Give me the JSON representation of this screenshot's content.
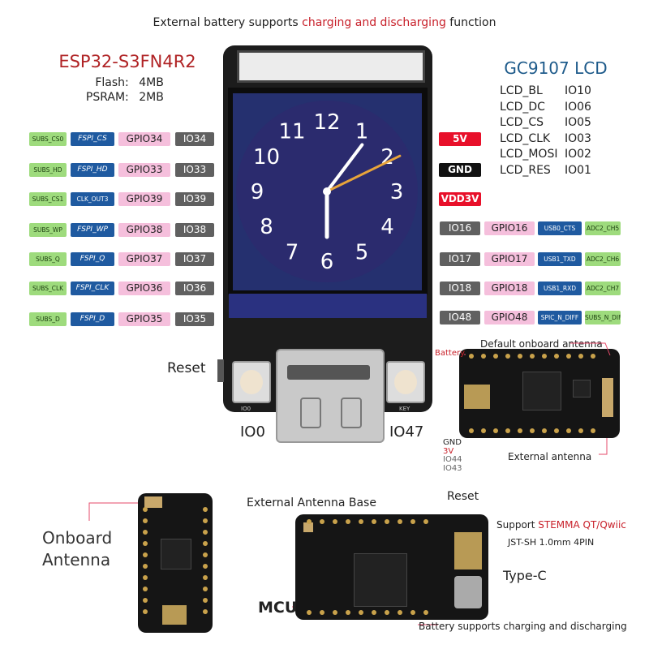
{
  "header": {
    "title_pre": "External battery supports ",
    "title_hl": "charging and discharging",
    "title_post": " function"
  },
  "chip": {
    "name": "ESP32-S3FN4R2",
    "flash_label": "Flash:",
    "flash_value": "4MB",
    "psram_label": "PSRAM:",
    "psram_value": "2MB"
  },
  "lcd": {
    "name": "GC9107 LCD",
    "pins": [
      {
        "signal": "LCD_BL",
        "io": "IO10"
      },
      {
        "signal": "LCD_DC",
        "io": "IO06"
      },
      {
        "signal": "LCD_CS",
        "io": "IO05"
      },
      {
        "signal": "LCD_CLK",
        "io": "IO03"
      },
      {
        "signal": "LCD_MOSI",
        "io": "IO02"
      },
      {
        "signal": "LCD_RES",
        "io": "IO01"
      }
    ]
  },
  "left_pins": [
    {
      "subs": "SUBS_CS0",
      "func": "FSPI_CS",
      "gpio": "GPIO34",
      "io": "IO34"
    },
    {
      "subs": "SUBS_HD",
      "func": "FSPI_HD",
      "gpio": "GPIO33",
      "io": "IO33"
    },
    {
      "subs": "SUBS_CS1",
      "func": "CLK_OUT3",
      "gpio": "GPIO39",
      "io": "IO39"
    },
    {
      "subs": "SUBS_WP",
      "func": "FSPI_WP",
      "gpio": "GPIO38",
      "io": "IO38"
    },
    {
      "subs": "SUBS_Q",
      "func": "FSPI_Q",
      "gpio": "GPIO37",
      "io": "IO37"
    },
    {
      "subs": "SUBS_CLK",
      "func": "FSPI_CLK",
      "gpio": "GPIO36",
      "io": "IO36"
    },
    {
      "subs": "SUBS_D",
      "func": "FSPI_D",
      "gpio": "GPIO35",
      "io": "IO35"
    }
  ],
  "power_pins": [
    "5V",
    "GND",
    "VDD3V"
  ],
  "right_pins": [
    {
      "io": "IO16",
      "gpio": "GPIO16",
      "func": "USB0_CTS",
      "adc": "ADC2_CH5"
    },
    {
      "io": "IO17",
      "gpio": "GPIO17",
      "func": "USB1_TXD",
      "adc": "ADC2_CH6"
    },
    {
      "io": "IO18",
      "gpio": "GPIO18",
      "func": "USB1_RXD",
      "adc": "ADC2_CH7"
    },
    {
      "io": "IO48",
      "gpio": "GPIO48",
      "func": "SPIC_N_DIFF",
      "adc": "SUBS_N_DIFF"
    }
  ],
  "clock": {
    "numbers": [
      "12",
      "1",
      "2",
      "3",
      "4",
      "5",
      "6",
      "7",
      "8",
      "9",
      "10",
      "11"
    ],
    "hour_hand_deg": 37,
    "minute_hand_deg": 180,
    "second_hand_deg": 64
  },
  "labels": {
    "reset": "Reset",
    "io0": "IO0",
    "io47": "IO47",
    "battery": "Battery",
    "default_antenna": "Default onboard antenna",
    "external_antenna": "External antenna",
    "gnd": "GND",
    "v3": "3V",
    "io44": "IO44",
    "io43": "IO43",
    "onboard_antenna_1": "Onboard",
    "onboard_antenna_2": "Antenna",
    "ext_antenna_base": "External Antenna Base",
    "reset2": "Reset",
    "support_pre": "Support ",
    "support_hl": "STEMMA QT/Qwiic",
    "jst": "JST-SH 1.0mm 4PIN",
    "typec": "Type-C",
    "mcu": "MCU",
    "battery_support": "Battery supports charging and discharging",
    "silk_io0": "IO0",
    "silk_key": "KEY"
  },
  "colors": {
    "accent_red": "#c8202a",
    "lcd_blue": "#1d5a8a",
    "screen_bg": "#25306f",
    "tag_green": "#9edb7d",
    "tag_blue": "#1f5aa0",
    "tag_pink": "#f5bfdc",
    "tag_gray": "#606060",
    "hand_orange": "#e8a43a"
  }
}
